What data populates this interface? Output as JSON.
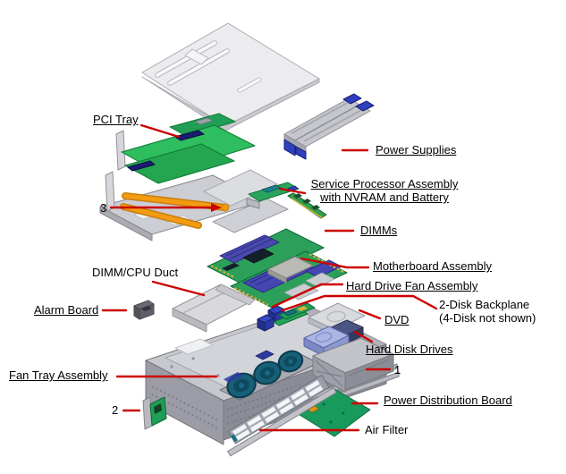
{
  "diagram": {
    "labels": {
      "pci_tray": "PCI Tray",
      "item_3": "3",
      "power_supplies": "Power Supplies",
      "service_processor_line1": "Service Processor Assembly",
      "service_processor_line2": "with NVRAM and Battery",
      "dimms": "DIMMs",
      "motherboard": "Motherboard Assembly",
      "dimm_cpu_duct": "DIMM/CPU Duct",
      "hard_drive_fan": "Hard Drive Fan Assembly",
      "alarm_board": "Alarm Board",
      "dvd": "DVD",
      "backplane_line1": "2-Disk Backplane",
      "backplane_line2": "(4-Disk not shown)",
      "hard_disk_drives": "Hard Disk Drives",
      "item_1": "1",
      "fan_tray": "Fan Tray Assembly",
      "item_2": "2",
      "power_distribution": "Power Distribution Board",
      "air_filter": "Air Filter"
    },
    "colors": {
      "leader_red": "#cc0000",
      "label_text": "#000000",
      "pcb_bright_green": "#2ebd5f",
      "pcb_dark_green": "#1f9e55",
      "connector_navy": "#1b1b70",
      "rail_orange": "#f39c12",
      "chassis_gray": "#c7c8ce",
      "cover_gray": "#ececef",
      "fan_teal": "#176078",
      "drive_blue": "#aab6e4",
      "fan_module_blue": "#3547c4",
      "pdb_green": "#189a5c",
      "heatsink_gray": "#b9b9b5",
      "dimm_slot_blue": "#4a4aae"
    }
  }
}
